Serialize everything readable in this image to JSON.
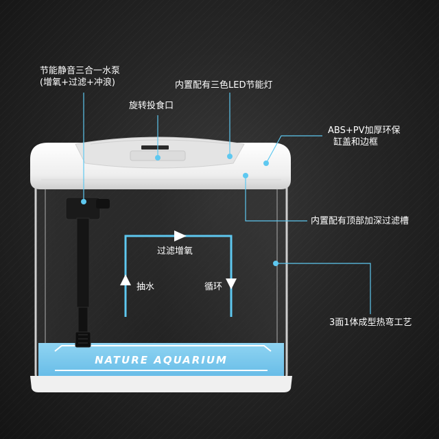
{
  "callouts": {
    "pump_line1": "节能静音三合一水泵",
    "pump_line2": "(增氧+过滤+冲浪)",
    "led": "内置配有三色LED节能灯",
    "feeder": "旋转投食口",
    "frame_line1": "ABS+PV加厚环保",
    "frame_line2": "缸盖和边框",
    "filter_tank": "内置配有顶部加深过滤槽",
    "bend": "3面1体成型热弯工艺"
  },
  "flow": {
    "top": "过滤增氧",
    "left": "抽水",
    "right": "循环"
  },
  "base_text": "NATURE AQUARIUM",
  "colors": {
    "accent": "#5ec8f0",
    "base": "#7cc8ec",
    "lid": "#f4f4f4"
  }
}
